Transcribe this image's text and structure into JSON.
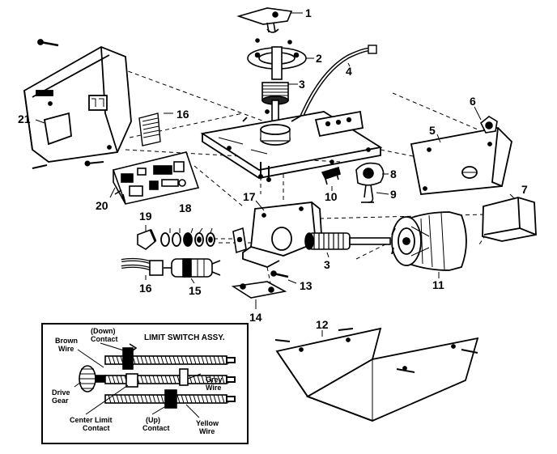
{
  "diagram": {
    "part_numbers": {
      "p1": "1",
      "p2": "2",
      "p3a": "3",
      "p4": "4",
      "p5": "5",
      "p6": "6",
      "p7": "7",
      "p8": "8",
      "p9": "9",
      "p10": "10",
      "p3b": "3",
      "p11": "11",
      "p12": "12",
      "p13": "13",
      "p14": "14",
      "p15": "15",
      "p16a": "16",
      "p16b": "16",
      "p17": "17",
      "p18": "18",
      "p19": "19",
      "p20": "20",
      "p21": "21"
    },
    "inset": {
      "title": "LIMIT SWITCH ASSY.",
      "brown_wire": [
        "Brown",
        "Wire"
      ],
      "down_contact": [
        "(Down)",
        "Contact"
      ],
      "drive_gear": [
        "Drive",
        "Gear"
      ],
      "grey_wire": [
        "Grey",
        "Wire"
      ],
      "center_limit_contact": [
        "Center Limit",
        "Contact"
      ],
      "up_contact": [
        "(Up)",
        "Contact"
      ],
      "yellow_wire": [
        "Yellow",
        "Wire"
      ]
    }
  }
}
